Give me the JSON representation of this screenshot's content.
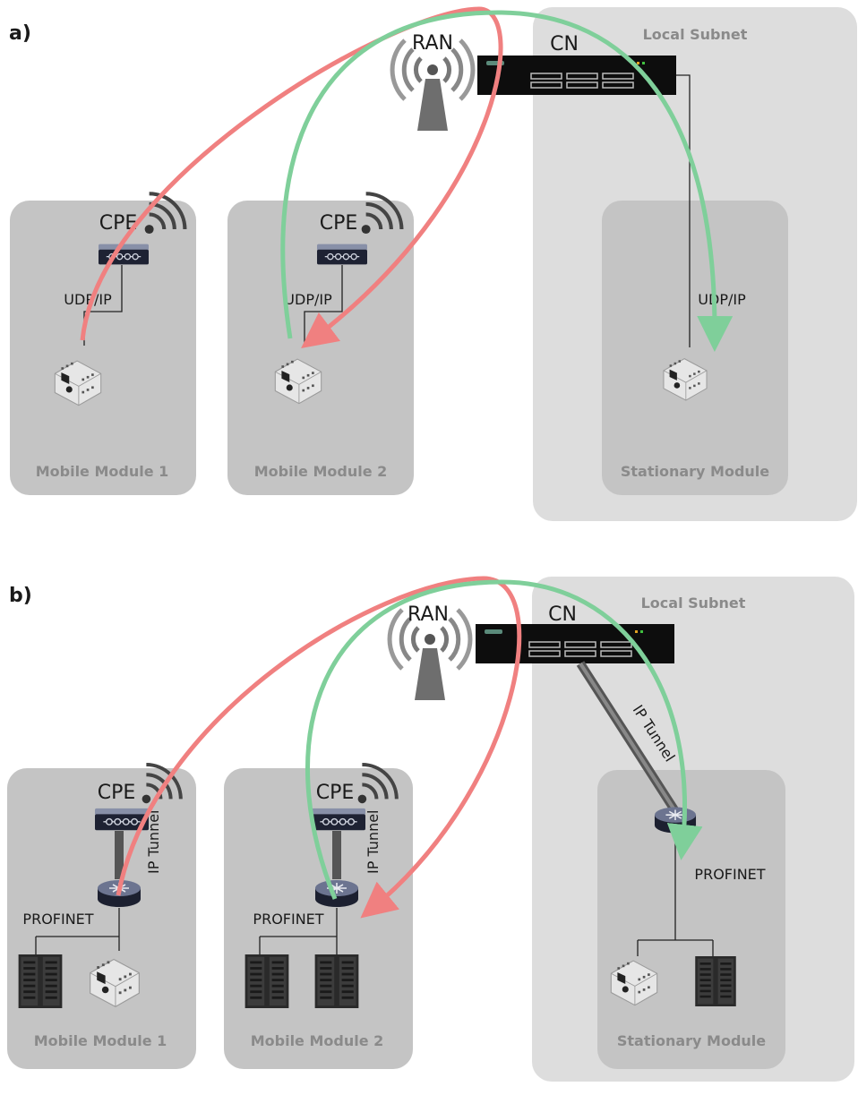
{
  "panels": [
    {
      "label": "a)",
      "ran_label": "RAN",
      "cn_label": "CN",
      "local_subnet_label": "Local Subnet",
      "mobile1": {
        "cpe_label": "CPE",
        "link_label": "UDP/IP",
        "title": "Mobile Module 1"
      },
      "mobile2": {
        "cpe_label": "CPE",
        "link_label": "UDP/IP",
        "title": "Mobile Module 2"
      },
      "stationary": {
        "link_label": "UDP/IP",
        "title": "Stationary Module"
      }
    },
    {
      "label": "b)",
      "ran_label": "RAN",
      "cn_label": "CN",
      "local_subnet_label": "Local Subnet",
      "tunnel_label": "IP Tunnel",
      "mobile1": {
        "cpe_label": "CPE",
        "tunnel_label": "IP Tunnel",
        "bus_label": "PROFINET",
        "title": "Mobile Module 1"
      },
      "mobile2": {
        "cpe_label": "CPE",
        "tunnel_label": "IP Tunnel",
        "bus_label": "PROFINET",
        "title": "Mobile Module 2"
      },
      "stationary": {
        "bus_label": "PROFINET",
        "title": "Stationary Module"
      }
    }
  ],
  "colors": {
    "red_arrow": "#f08080",
    "green_arrow": "#7fcf9a",
    "module_box": "#c4c4c4",
    "subnet_box": "#dddddd",
    "box_title": "#8a8a8a"
  },
  "icons": [
    "antenna-icon",
    "server-icon",
    "router-icon",
    "plc-icon",
    "io-module-icon",
    "wifi-signal-icon"
  ]
}
